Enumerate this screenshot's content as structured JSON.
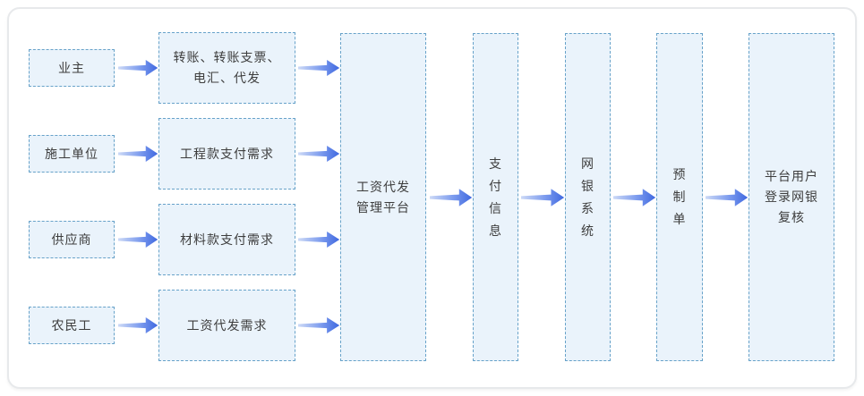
{
  "colors": {
    "box_fill": "#eaf3fb",
    "box_border": "#67a2c9",
    "text": "#3d3d3d",
    "panel_border": "#e7e9eb",
    "arrow_light": "#ccd9f6",
    "arrow_mid": "#7d9cee",
    "arrow_dark": "#3f68e0"
  },
  "diagram": {
    "sources": [
      {
        "label": "业主"
      },
      {
        "label": "施工单位"
      },
      {
        "label": "供应商"
      },
      {
        "label": "农民工"
      }
    ],
    "demands": [
      {
        "label": "转账、转账支票、\n电汇、代发"
      },
      {
        "label": "工程款支付需求"
      },
      {
        "label": "材料款支付需求"
      },
      {
        "label": "工资代发需求"
      }
    ],
    "platform": {
      "label": "工资代发\n管理平台"
    },
    "stages": [
      {
        "label": "支\n付\n信\n息"
      },
      {
        "label": "网\n银\n系\n统"
      },
      {
        "label": "预\n制\n单"
      },
      {
        "label": "平台用户\n登录网银\n复核"
      }
    ]
  }
}
